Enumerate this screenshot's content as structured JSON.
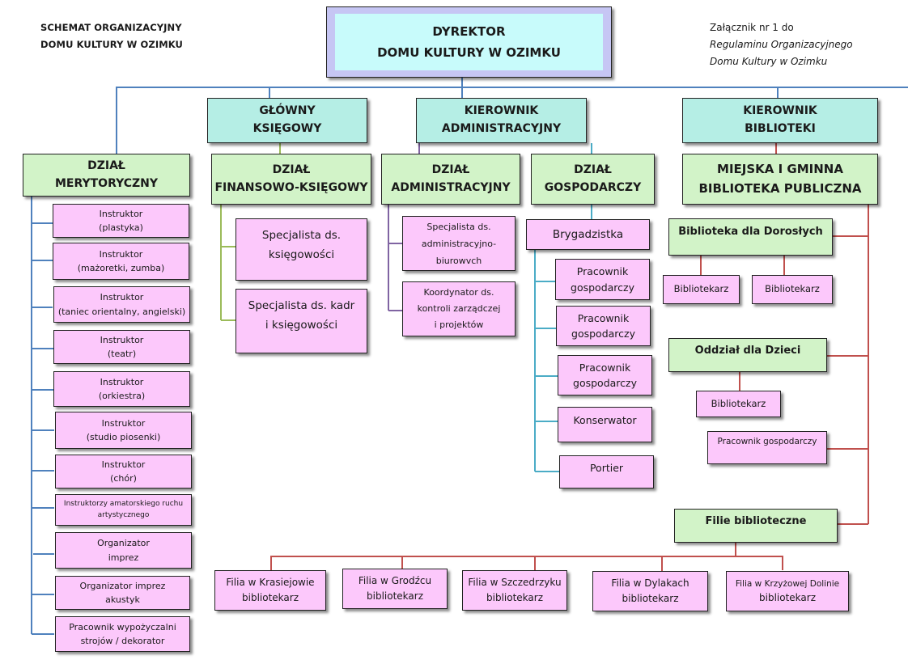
{
  "header_left": {
    "line1": "SCHEMAT ORGANIZACYJNY",
    "line2": "DOMU KULTURY W OZIMKU"
  },
  "header_right": {
    "line1": "Załącznik nr 1 do",
    "line2": "Regulaminu Organizacyjnego",
    "line3": "Domu Kultury w Ozimku"
  },
  "colors": {
    "director_frame": "#c6c6f4",
    "director_fill": "#c8fbfb",
    "manager_fill": "#b5eee5",
    "department_fill": "#d2f3c8",
    "position_fill": "#fcc8fb",
    "line_blue": "#4f81bd",
    "line_olive": "#9bbb59",
    "line_purple": "#8064a2",
    "line_cyan": "#4bacc6",
    "line_red": "#c0504d"
  },
  "director": {
    "line1": "DYREKTOR",
    "line2": "DOMU KULTURY  W OZIMKU"
  },
  "managers": {
    "chief_accountant": {
      "line1": "GŁÓWNY",
      "line2": "KSIĘGOWY"
    },
    "admin_manager": {
      "line1": "KIEROWNIK",
      "line2": "ADMINISTRACYJNY"
    },
    "library_manager": {
      "line1": "KIEROWNIK",
      "line2": "BIBLIOTEKI"
    }
  },
  "departments": {
    "merytoryczny": {
      "line1": "DZIAŁ",
      "line2": "MERYTORYCZNY"
    },
    "finansowy": {
      "line1": "DZIAŁ",
      "line2": "FINANSOWO-KSIĘGOWY"
    },
    "administracyjny": {
      "line1": "DZIAŁ",
      "line2": "ADMINISTRACYJNY"
    },
    "gospodarczy": {
      "line1": "DZIAŁ",
      "line2": "GOSPODARCZY"
    },
    "biblioteka": {
      "line1": "MIEJSKA  I  GMINNA",
      "line2": "BIBLIOTEKA  PUBLICZNA"
    }
  },
  "merytoryczny_positions": [
    {
      "line1": "Instruktor",
      "line2": "(plastyka)"
    },
    {
      "line1": "Instruktor",
      "line2": "(mażoretki, zumba)"
    },
    {
      "line1": "Instruktor",
      "line2": "(taniec orientalny, angielski)"
    },
    {
      "line1": "Instruktor",
      "line2": "(teatr)"
    },
    {
      "line1": "Instruktor",
      "line2": "(orkiestra)"
    },
    {
      "line1": "Instruktor",
      "line2": "(studio piosenki)"
    },
    {
      "line1": "Instruktor",
      "line2": "(chór)"
    },
    {
      "line1": "Instruktorzy amatorskiego ruchu",
      "line2": "artystycznego"
    },
    {
      "line1": "Organizator",
      "line2": "imprez"
    },
    {
      "line1": "Organizator imprez",
      "line2": "akustyk"
    },
    {
      "line1": "Pracownik wypożyczalni",
      "line2": "strojów / dekorator"
    }
  ],
  "finansowy_positions": [
    {
      "line1": "Specjalista ds.",
      "line2": "księgowości"
    },
    {
      "line1": "Specjalista ds. kadr",
      "line2": "i księgowości"
    }
  ],
  "administracyjny_positions": [
    {
      "line1": "Specjalista ds.",
      "line2": "administracyjno-",
      "line3": "biurowvch"
    },
    {
      "line1": "Koordynator ds.",
      "line2": "kontroli zarządczej",
      "line3": "i projektów"
    }
  ],
  "gospodarczy": {
    "foreman": "Brygadzistka",
    "positions": [
      {
        "line1": "Pracownik",
        "line2": "gospodarczy"
      },
      {
        "line1": "Pracownik",
        "line2": "gospodarczy"
      },
      {
        "line1": "Pracownik",
        "line2": "gospodarczy"
      },
      {
        "line1": "Konserwator",
        "line2": ""
      },
      {
        "line1": "Portier",
        "line2": ""
      }
    ]
  },
  "library": {
    "adults": {
      "title": "Biblioteka dla Dorosłych",
      "staff": [
        "Bibliotekarz",
        "Bibliotekarz"
      ]
    },
    "children": {
      "title": "Oddział dla Dzieci",
      "staff": [
        "Bibliotekarz"
      ]
    },
    "library_worker": "Pracownik gospodarczy",
    "branches": {
      "title": "Filie biblioteczne",
      "items": [
        {
          "name": "Filia  w Krasiejowie",
          "role": "bibliotekarz"
        },
        {
          "name": "Filia  w Grodźcu",
          "role": "bibliotekarz"
        },
        {
          "name": "Filia  w Szczedrzyku",
          "role": "bibliotekarz"
        },
        {
          "name": "Filia  w Dylakach",
          "role": "bibliotekarz"
        },
        {
          "name": "Filia w Krzyżowej Dolinie",
          "role": "bibliotekarz"
        }
      ]
    }
  }
}
